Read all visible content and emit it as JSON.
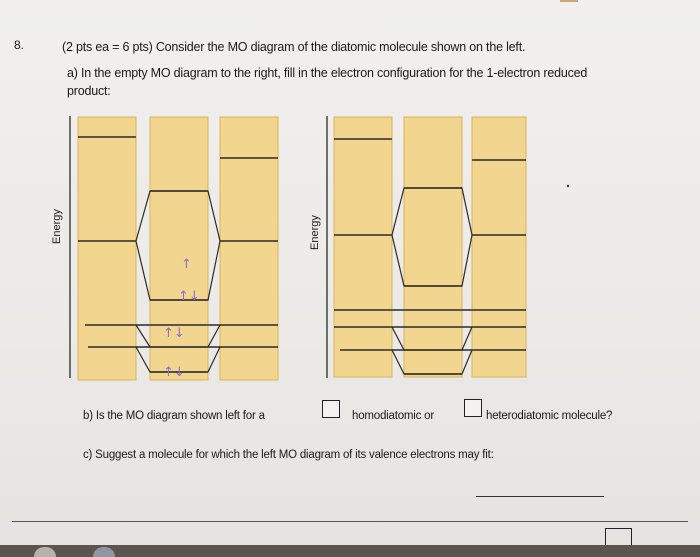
{
  "question": {
    "number": "8.",
    "intro": "(2 pts ea = 6 pts) Consider the MO diagram of the diatomic molecule shown on the left.",
    "part_a_line1": "a) In the empty MO diagram to the right, fill in the electron configuration for the 1-electron reduced",
    "part_a_line2": "product:",
    "part_b_prefix": "b) Is the MO diagram shown left for a",
    "part_b_option1": "homodiatomic or",
    "part_b_option2": "heterodiatomic molecule?",
    "part_c": "c) Suggest a molecule for which the left MO diagram of its valence electrons may fit:"
  },
  "diagrams": {
    "left": {
      "axis_label": "Energy",
      "electron_arrows": [
        "↑",
        "↑↓",
        "↑↓",
        "↑↓"
      ]
    },
    "right": {
      "axis_label": "Energy"
    }
  },
  "colors": {
    "column_fill": "#f2d58f",
    "column_edge": "#d9b45a",
    "arrow": "#8a6fd1",
    "line": "#2b2b2b"
  }
}
